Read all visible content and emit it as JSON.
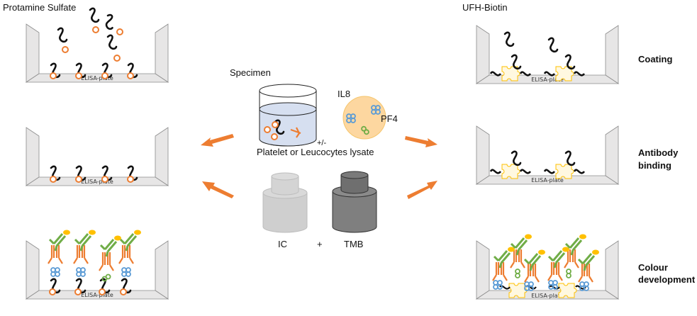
{
  "left_panel": {
    "title": "Protamine Sulfate",
    "plates": [
      {
        "label": "ELISA-plate"
      },
      {
        "label": "ELISA-plate"
      },
      {
        "label": "ELISA-plate"
      }
    ]
  },
  "right_panel": {
    "title": "UFH-Biotin",
    "plates": [
      {
        "label": "ELISA-plate",
        "step": [
          "Coating"
        ]
      },
      {
        "label": "ELISA-plate",
        "step": [
          "Antibody",
          "binding"
        ]
      },
      {
        "label": "ELISA-plate",
        "step": [
          "Colour",
          "development"
        ]
      }
    ]
  },
  "center": {
    "specimen_label": "Specimen",
    "plus_minus": "+/-",
    "lysate_label": "Platelet or Leucocytes lysate",
    "il8_label": "IL8",
    "pf4_label": "PF4",
    "ic_label": "IC",
    "plus": "+",
    "tmb_label": "TMB"
  },
  "colors": {
    "orange": "#ed7d31",
    "blue": "#5b9bd5",
    "green": "#70ad47",
    "yellow": "#ffc000",
    "plate_fill": "#e7e6e6",
    "plate_stroke": "#8c8c8c",
    "liquid": "#d6dff0",
    "lysate_circle": "#fdd7a0"
  }
}
